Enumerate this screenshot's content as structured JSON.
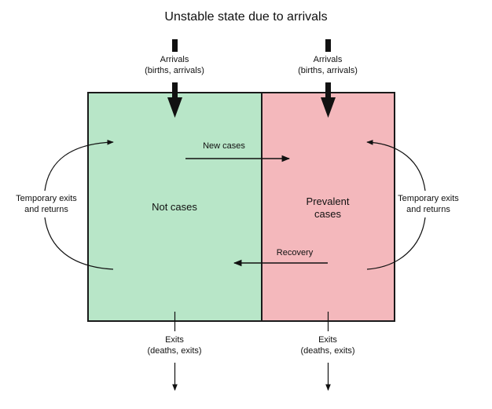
{
  "title": "Unstable state due to arrivals",
  "colors": {
    "not_cases_fill": "#b8e6c8",
    "prevalent_fill": "#f4b8bc",
    "stroke": "#1a1a1a"
  },
  "boxes": {
    "not_cases": "Not cases",
    "prevalent_line1": "Prevalent",
    "prevalent_line2": "cases"
  },
  "arrivals": {
    "line1": "Arrivals",
    "line2": "(births, arrivals)"
  },
  "exits": {
    "line1": "Exits",
    "line2": "(deaths, exits)"
  },
  "flows": {
    "new_cases": "New cases",
    "recovery": "Recovery"
  },
  "temporary": {
    "line1": "Temporary exits",
    "line2": "and returns"
  }
}
